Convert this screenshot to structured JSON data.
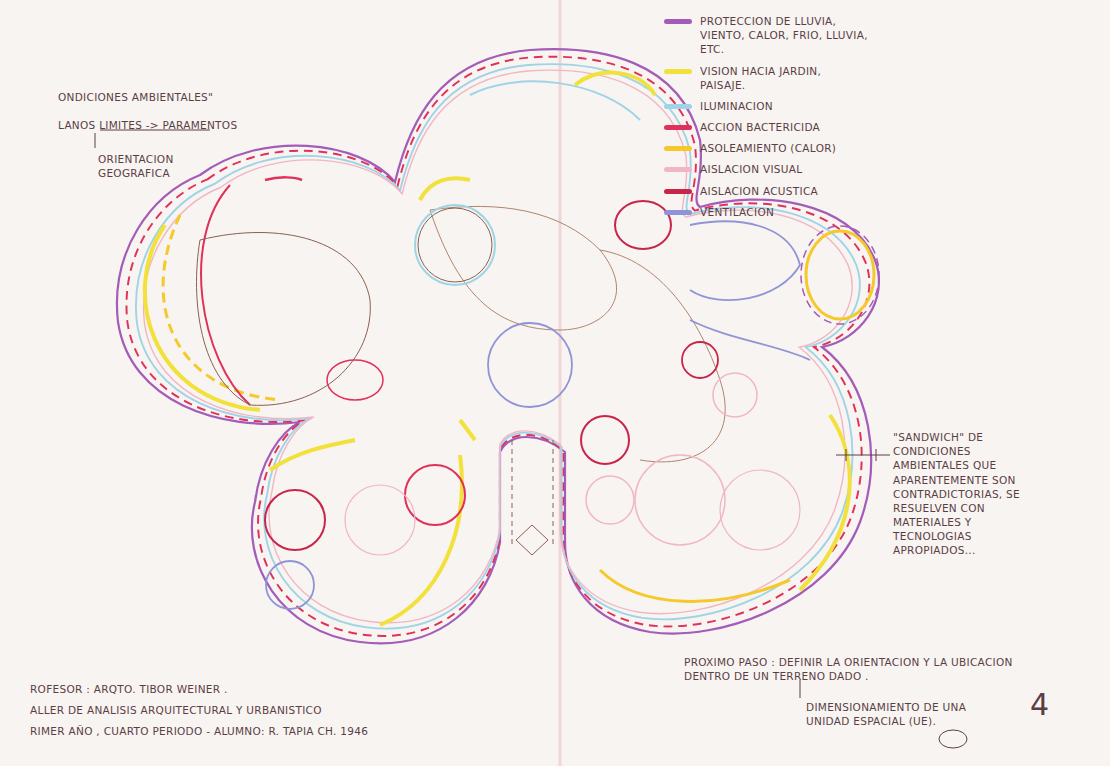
{
  "diagram": {
    "labels": [
      "ONDICIONES AMBIENTALES\"",
      "LANOS LIMITES -> PARAMENTOS",
      "ORIENTACION GEOGRAFICA",
      "\"SANDWICH\" DE CONDICIONES AMBIENTALES QUE APARENTEMENTE SON CONTRADICTORIAS, SE RESUELVEN CON MATERIALES Y TECNOLOGIAS APROPIADOS...",
      "ROFESOR : ARQTO. TIBOR WEINER .",
      "ALLER DE ANALISIS ARQUITECTURAL Y URBANISTICO",
      "RIMER AÑO , CUARTO PERIODO - ALUMNO: R. TAPIA CH. 1946",
      "PROXIMO PASO : DEFINIR LA ORIENTACION Y LA UBICACION DENTRO DE UN TERRENO DADO .",
      "DIMENSIONAMIENTO DE UNA UNIDAD ESPACIAL (UE).",
      "4"
    ],
    "legend": [
      {
        "text": "PROTECCION DE LLUVIA, VIENTO, CALOR, FRIO, LLUVIA, ETC.",
        "color": "#a35cb8"
      },
      {
        "text": "VISION HACIA JARDIN, PAISAJE.",
        "color": "#f2e13a"
      },
      {
        "text": "ILUMINACION",
        "color": "#9fd4e6"
      },
      {
        "text": "ACCION BACTERICIDA",
        "color": "#e0315a"
      },
      {
        "text": "ASOLEAMIENTO (CALOR)",
        "color": "#f5c92a"
      },
      {
        "text": "AISLACION VISUAL",
        "color": "#f1b6c4"
      },
      {
        "text": "AISLACION ACUSTICA",
        "color": "#c8254a"
      },
      {
        "text": "VENTILACION",
        "color": "#8f94d6"
      }
    ]
  }
}
